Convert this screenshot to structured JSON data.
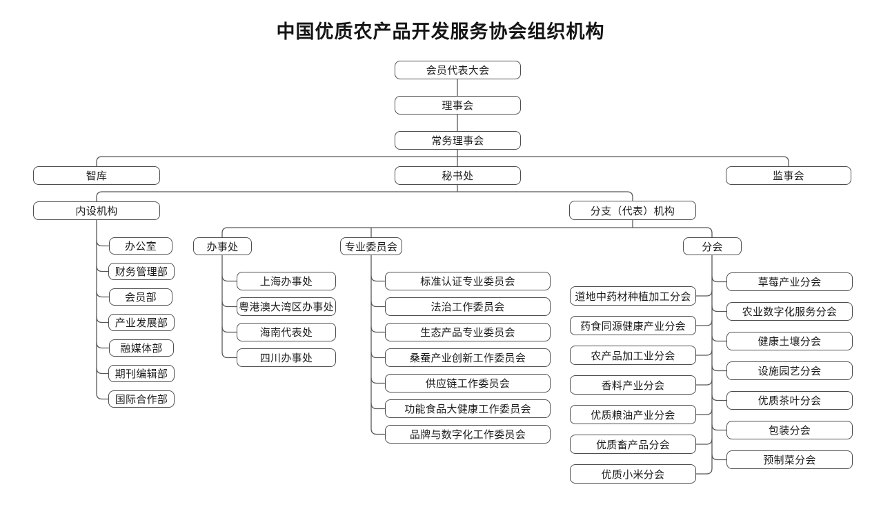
{
  "title": "中国优质农产品开发服务协会组织机构",
  "nodes": {
    "assembly": "会员代表大会",
    "council": "理事会",
    "standing_council": "常务理事会",
    "think_tank": "智库",
    "secretariat": "秘书处",
    "supervisory_board": "监事会",
    "internal_body": "内设机构",
    "branch_body": "分支（代表）机构"
  },
  "internal_departments": [
    "办公室",
    "财务管理部",
    "会员部",
    "产业发展部",
    "融媒体部",
    "期刊编辑部",
    "国际合作部"
  ],
  "offices": {
    "label": "办事处",
    "items": [
      "上海办事处",
      "粤港澳大湾区办事处",
      "海南代表处",
      "四川办事处"
    ]
  },
  "committees": {
    "label": "专业委员会",
    "items": [
      "标准认证专业委员会",
      "法治工作委员会",
      "生态产品专业委员会",
      "桑蚕产业创新工作委员会",
      "供应链工作委员会",
      "功能食品大健康工作委员会",
      "品牌与数字化工作委员会"
    ]
  },
  "sub_associations": {
    "label": "分会",
    "left_items": [
      "道地中药材种植加工分会",
      "药食同源健康产业分会",
      "农产品加工业分会",
      "香料产业分会",
      "优质粮油产业分会",
      "优质畜产品分会",
      "优质小米分会"
    ],
    "right_items": [
      "草莓产业分会",
      "农业数字化服务分会",
      "健康土壤分会",
      "设施园艺分会",
      "优质茶叶分会",
      "包装分会",
      "预制菜分会"
    ]
  },
  "colors": {
    "line": "#575757",
    "box_border": "#4d4d4d",
    "text": "#1b1b1b",
    "background": "#ffffff"
  }
}
